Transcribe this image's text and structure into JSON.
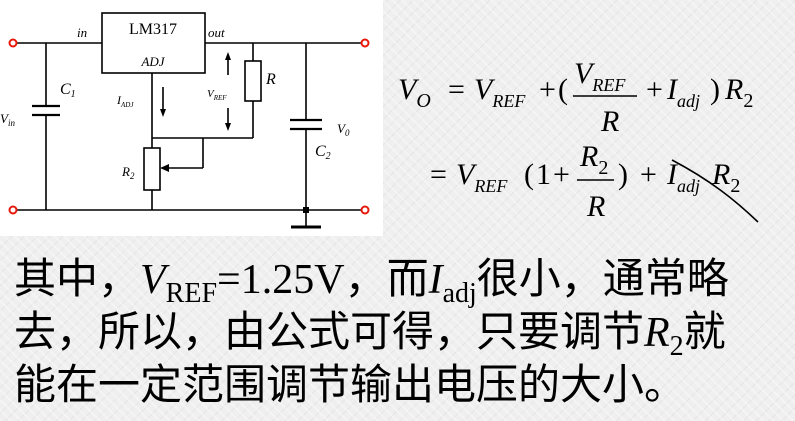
{
  "circuit": {
    "chip_name": "LM317",
    "pin_in": "in",
    "pin_out": "out",
    "pin_adj": "ADJ",
    "c1_label": "C",
    "c1_sub": "1",
    "c2_label": "C",
    "c2_sub": "2",
    "r_label": "R",
    "r2_label": "R",
    "r2_sub": "2",
    "vin_label": "V",
    "vin_sub": "in",
    "vo_label": "V",
    "vo_sub": "0",
    "iadj_label": "I",
    "iadj_sub": "ADJ",
    "vref_label": "V",
    "vref_sub": "REF"
  },
  "formula": {
    "vo": "V",
    "vo_sub": "O",
    "v": "V",
    "ref": "REF",
    "plus": "+",
    "eq": "=",
    "lparen": "(",
    "rparen": ")",
    "i": "I",
    "adj": "adj",
    "r": "R",
    "r2": "R",
    "two": "2",
    "one": "1"
  },
  "text": {
    "l1_a": "其中，",
    "l1_v": "V",
    "l1_ref": "REF",
    "l1_val": "=1.25V",
    "l1_b": "，而",
    "l1_i": "I",
    "l1_adj": "adj",
    "l1_c": "很小，通常略",
    "l2_a": "去，所以，由公式可得，只要调节",
    "l2_r": "R",
    "l2_sub": "2",
    "l2_b": "就",
    "l3": "能在一定范围调节输出电压的大小。"
  },
  "colors": {
    "wire": "#000000",
    "terminal": "#e8180c",
    "strike": "#000000"
  }
}
